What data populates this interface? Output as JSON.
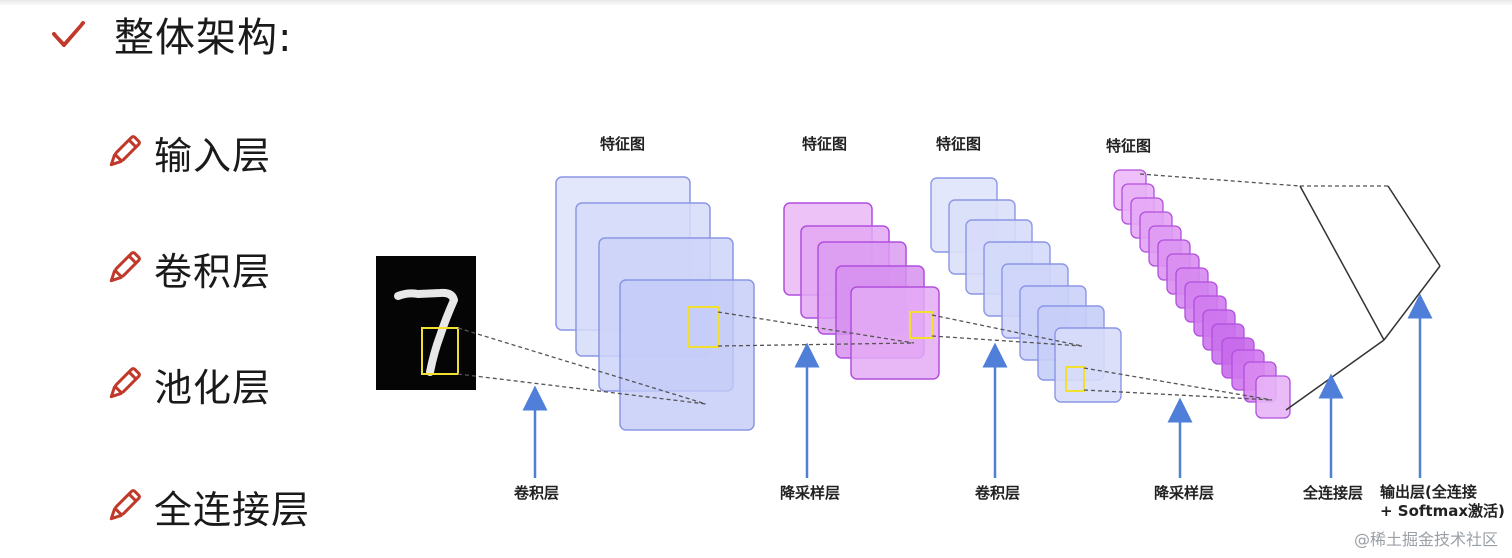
{
  "heading": "整体架构:",
  "layers": [
    "输入层",
    "卷积层",
    "池化层",
    "全连接层"
  ],
  "diagram": {
    "feature_map_labels": [
      "特征图",
      "特征图",
      "特征图",
      "特征图"
    ],
    "stage_labels": [
      "卷积层",
      "降采样层",
      "卷积层",
      "降采样层",
      "全连接层"
    ],
    "output_label_line1": "输出层(全连接",
    "output_label_line2": "+ Softmax激活)",
    "input_digit": "7"
  },
  "watermark": "@稀土掘金技术社区",
  "colors": {
    "icon_red": "#c0392b",
    "blue_fill": "#dfe4fb",
    "blue_stroke": "#8c96e6",
    "purple_fill": "#e9b3f5",
    "purple_stroke": "#b14fdd",
    "highlight": "#f2e030",
    "arrow": "#4f7fd8"
  }
}
